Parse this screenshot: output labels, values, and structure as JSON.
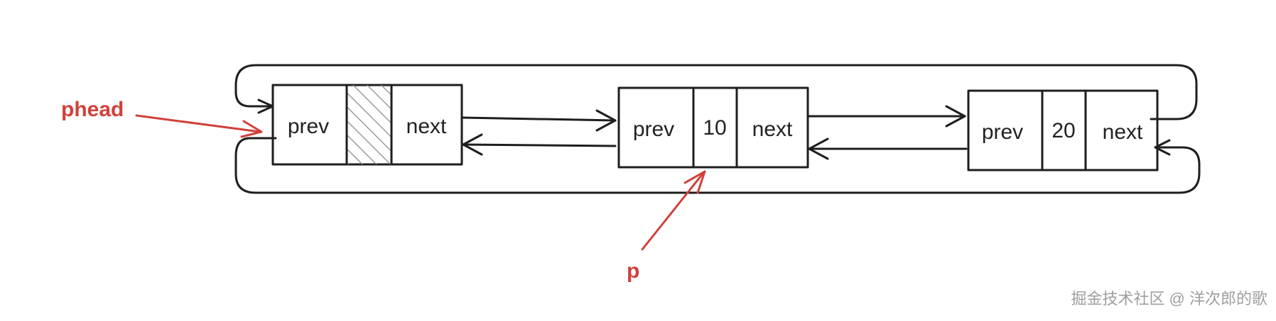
{
  "diagram": {
    "nodes": [
      {
        "id": "head",
        "prev_label": "prev",
        "value_label": "",
        "next_label": "next",
        "value_hatched": true
      },
      {
        "id": "n1",
        "prev_label": "prev",
        "value_label": "10",
        "next_label": "next",
        "value_hatched": false
      },
      {
        "id": "n2",
        "prev_label": "prev",
        "value_label": "20",
        "next_label": "next",
        "value_hatched": false
      }
    ],
    "pointers": {
      "phead": {
        "label": "phead",
        "color": "#d0413a"
      },
      "p": {
        "label": "p",
        "color": "#d0413a"
      }
    },
    "stroke_color": "#1e1e1e",
    "hatch_color": "#8a8a8a"
  },
  "watermark": "掘金技术社区 @ 洋次郎的歌"
}
